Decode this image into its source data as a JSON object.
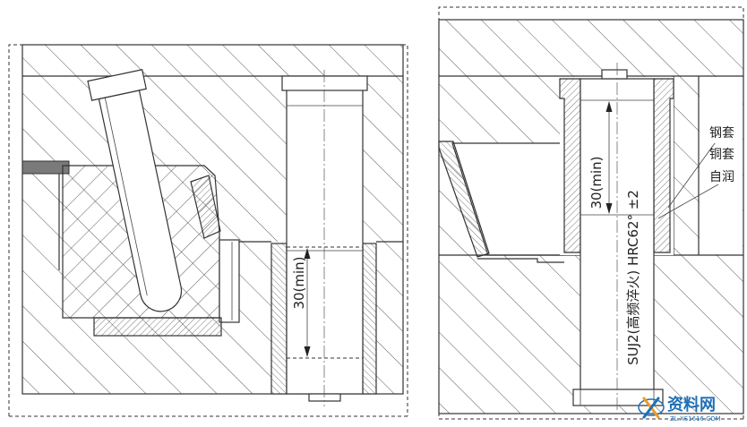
{
  "left_view": {
    "dimension_label": "30(min)"
  },
  "right_view": {
    "dimension_label": "30(min)",
    "material_note": "SUJ2(高频淬火) HRC62° ±2",
    "callouts": [
      "钢套",
      "铜套",
      "自润"
    ]
  },
  "watermark": {
    "brand": "资料网",
    "url": "ZL.XS1616.COM",
    "logo_icon": "x-logo-icon"
  },
  "colors": {
    "line": "#333333",
    "hatch": "#5a5a5a",
    "slide_bar": "#7a7a7a",
    "watermark_blue": "#1f6fb5",
    "watermark_orange": "#f39a1e"
  }
}
